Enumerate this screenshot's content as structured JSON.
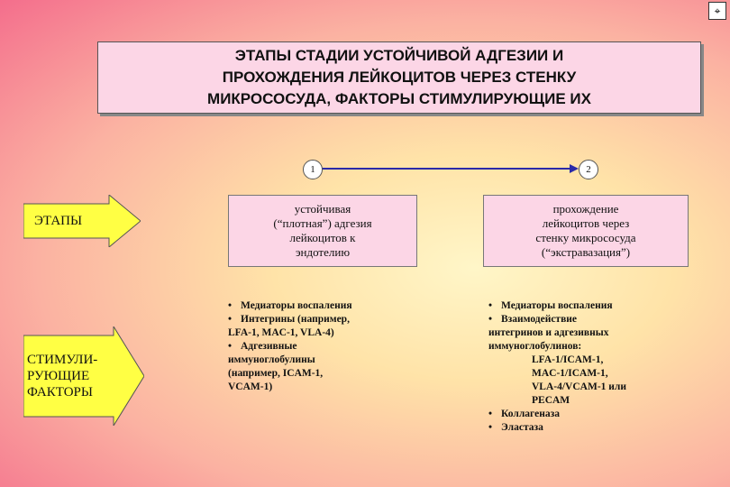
{
  "title": "ЭТАПЫ СТАДИИ УСТОЙЧИВОЙ АДГЕЗИИ И\nПРОХОЖДЕНИЯ ЛЕЙКОЦИТОВ ЧЕРЕЗ СТЕНКУ\nМИКРОСОСУДА, ФАКТОРЫ СТИМУЛИРУЮЩИЕ ИХ",
  "corner_icon": "navigation-icon",
  "labels": {
    "stages": "ЭТАПЫ",
    "factors": "СТИМУЛИ-\nРУЮЩИЕ\nФАКТОРЫ"
  },
  "stage1": {
    "number": "1",
    "text": "устойчивая\n(“плотная”) адгезия\nлейкоцитов к\nэндотелию",
    "factors": {
      "item1": "Медиаторы воспаления",
      "item2": "Интегрины (например,",
      "item2_cont": "LFA-1, MAC-1, VLA-4)",
      "item3": "Адгезивные",
      "item3_cont": "иммуноглобулины\n(например, ICAM-1,\nVCAM-1)"
    }
  },
  "stage2": {
    "number": "2",
    "text": "прохождение\nлейкоцитов через\nстенку микрососуда\n(“экстравазация”)",
    "factors": {
      "item1": "Медиаторы    воспаления",
      "item2": "Взаимодействие",
      "item2_cont": "интегринов и адгезивных\nиммуноглобулинов:",
      "item2_list": "LFA-1/ICAM-1,\nMAC-1/ICAM-1,\nVLA-4/VCAM-1 или\nPECAM",
      "item3": "Коллагеназа",
      "item4": "Эластаза"
    }
  },
  "colors": {
    "box": "#fcd6e6",
    "arrow": "#ffff44",
    "connector": "#2a2aa8"
  }
}
